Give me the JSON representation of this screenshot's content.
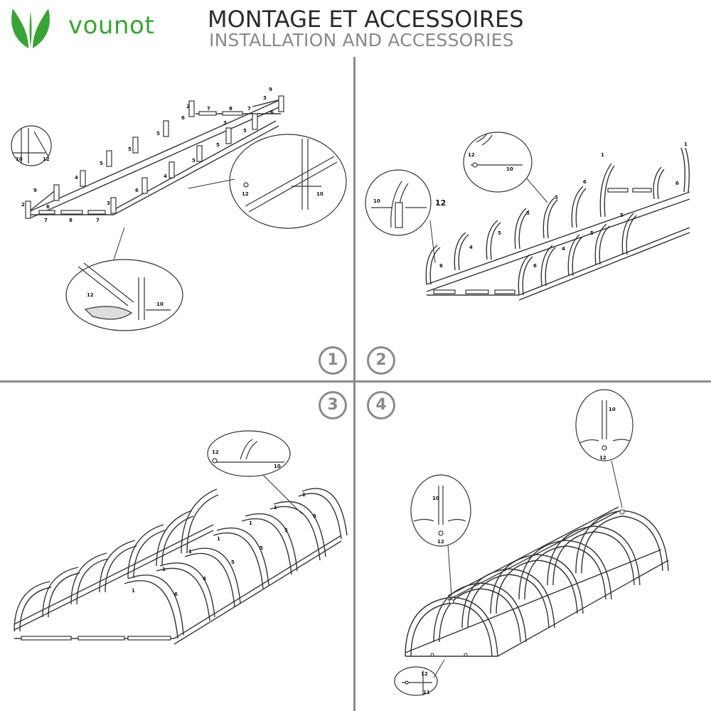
{
  "header": {
    "brand": "vounot",
    "title_fr": "MONTAGE ET ACCESSOIRES",
    "title_en": "INSTALLATION AND ACCESSORIES",
    "brand_color": "#3aa335"
  },
  "steps": [
    {
      "label": "1"
    },
    {
      "label": "2"
    },
    {
      "label": "3"
    },
    {
      "label": "4"
    }
  ],
  "parts": {
    "p1": "1",
    "p2": "2",
    "p3": "3",
    "p4": "4",
    "p5": "5",
    "p6": "6",
    "p7": "7",
    "p8": "8",
    "p9": "9",
    "p10": "10",
    "p11": "11",
    "p12": "12"
  }
}
